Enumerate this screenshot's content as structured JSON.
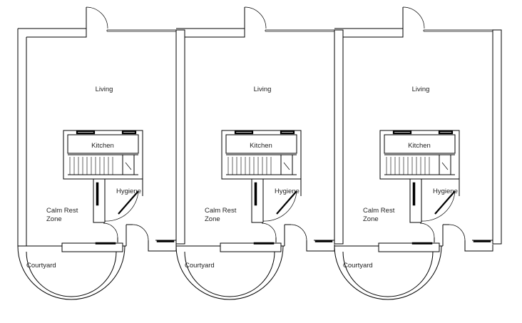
{
  "drawing": {
    "stroke_color": "#000000",
    "background_color": "#ffffff",
    "units": [
      {
        "id": "unit-1",
        "rooms": {
          "living": "Living",
          "kitchen": "Kitchen",
          "hygiene": "Hygiene",
          "rest_line1": "Calm Rest",
          "rest_line2": "Zone",
          "courtyard": "Courtyard"
        }
      },
      {
        "id": "unit-2",
        "rooms": {
          "living": "Living",
          "kitchen": "Kitchen",
          "hygiene": "Hygiene",
          "rest_line1": "Calm Rest",
          "rest_line2": "Zone",
          "courtyard": "Courtyard"
        }
      },
      {
        "id": "unit-3",
        "rooms": {
          "living": "Living",
          "kitchen": "Kitchen",
          "hygiene": "Hygiene",
          "rest_line1": "Calm Rest",
          "rest_line2": "Zone",
          "courtyard": "Courtyard"
        }
      }
    ]
  }
}
